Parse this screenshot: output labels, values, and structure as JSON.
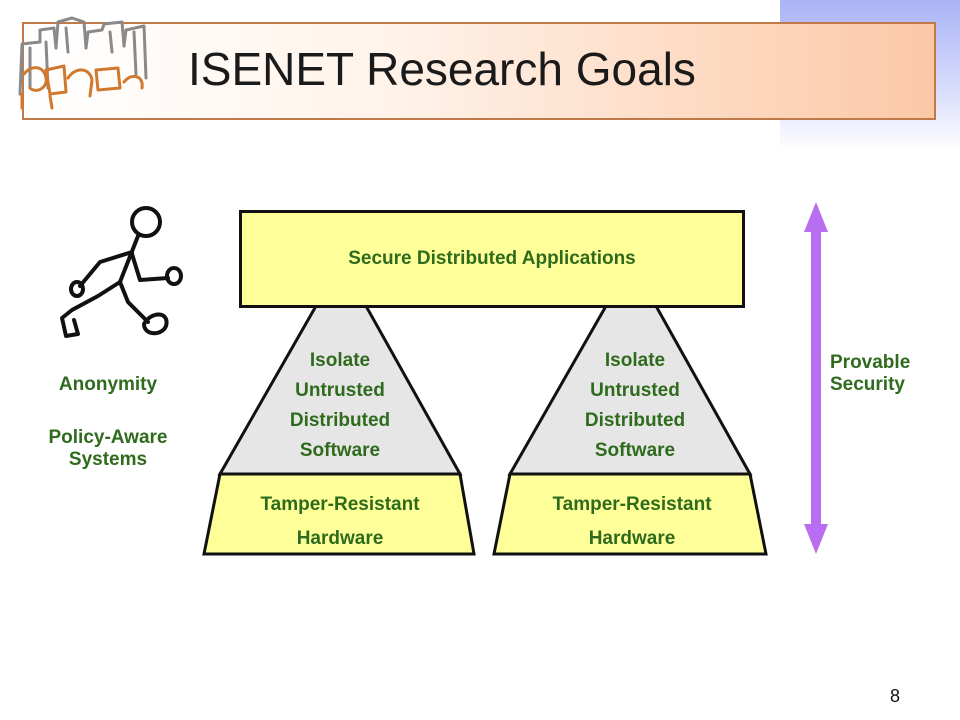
{
  "header": {
    "title": "ISENET Research Goals"
  },
  "diagram": {
    "top_box_label": "Secure Distributed Applications",
    "left_triangle_lines": [
      "Isolate",
      "Untrusted",
      "Distributed",
      "Software"
    ],
    "right_triangle_lines": [
      "Isolate",
      "Untrusted",
      "Distributed",
      "Software"
    ],
    "left_base_lines": [
      "Tamper-Resistant",
      "Hardware"
    ],
    "right_base_lines": [
      "Tamper-Resistant",
      "Hardware"
    ],
    "arrow_label_lines": [
      "Provable",
      "Security"
    ]
  },
  "left_labels": {
    "anonymity": "Anonymity",
    "policy_lines": [
      "Policy-Aware",
      "Systems"
    ]
  },
  "footer": {
    "page_number": "8"
  },
  "colors": {
    "green_text": "#2f6b1d",
    "yellow_fill": "#ffff99",
    "gray_fill": "#e6e6e6",
    "arrow_purple": "#b86ef0",
    "title_border": "#c07a4a"
  },
  "icons": {
    "logo": "city-skyline-logo-icon",
    "figure": "running-stick-figure-icon"
  }
}
